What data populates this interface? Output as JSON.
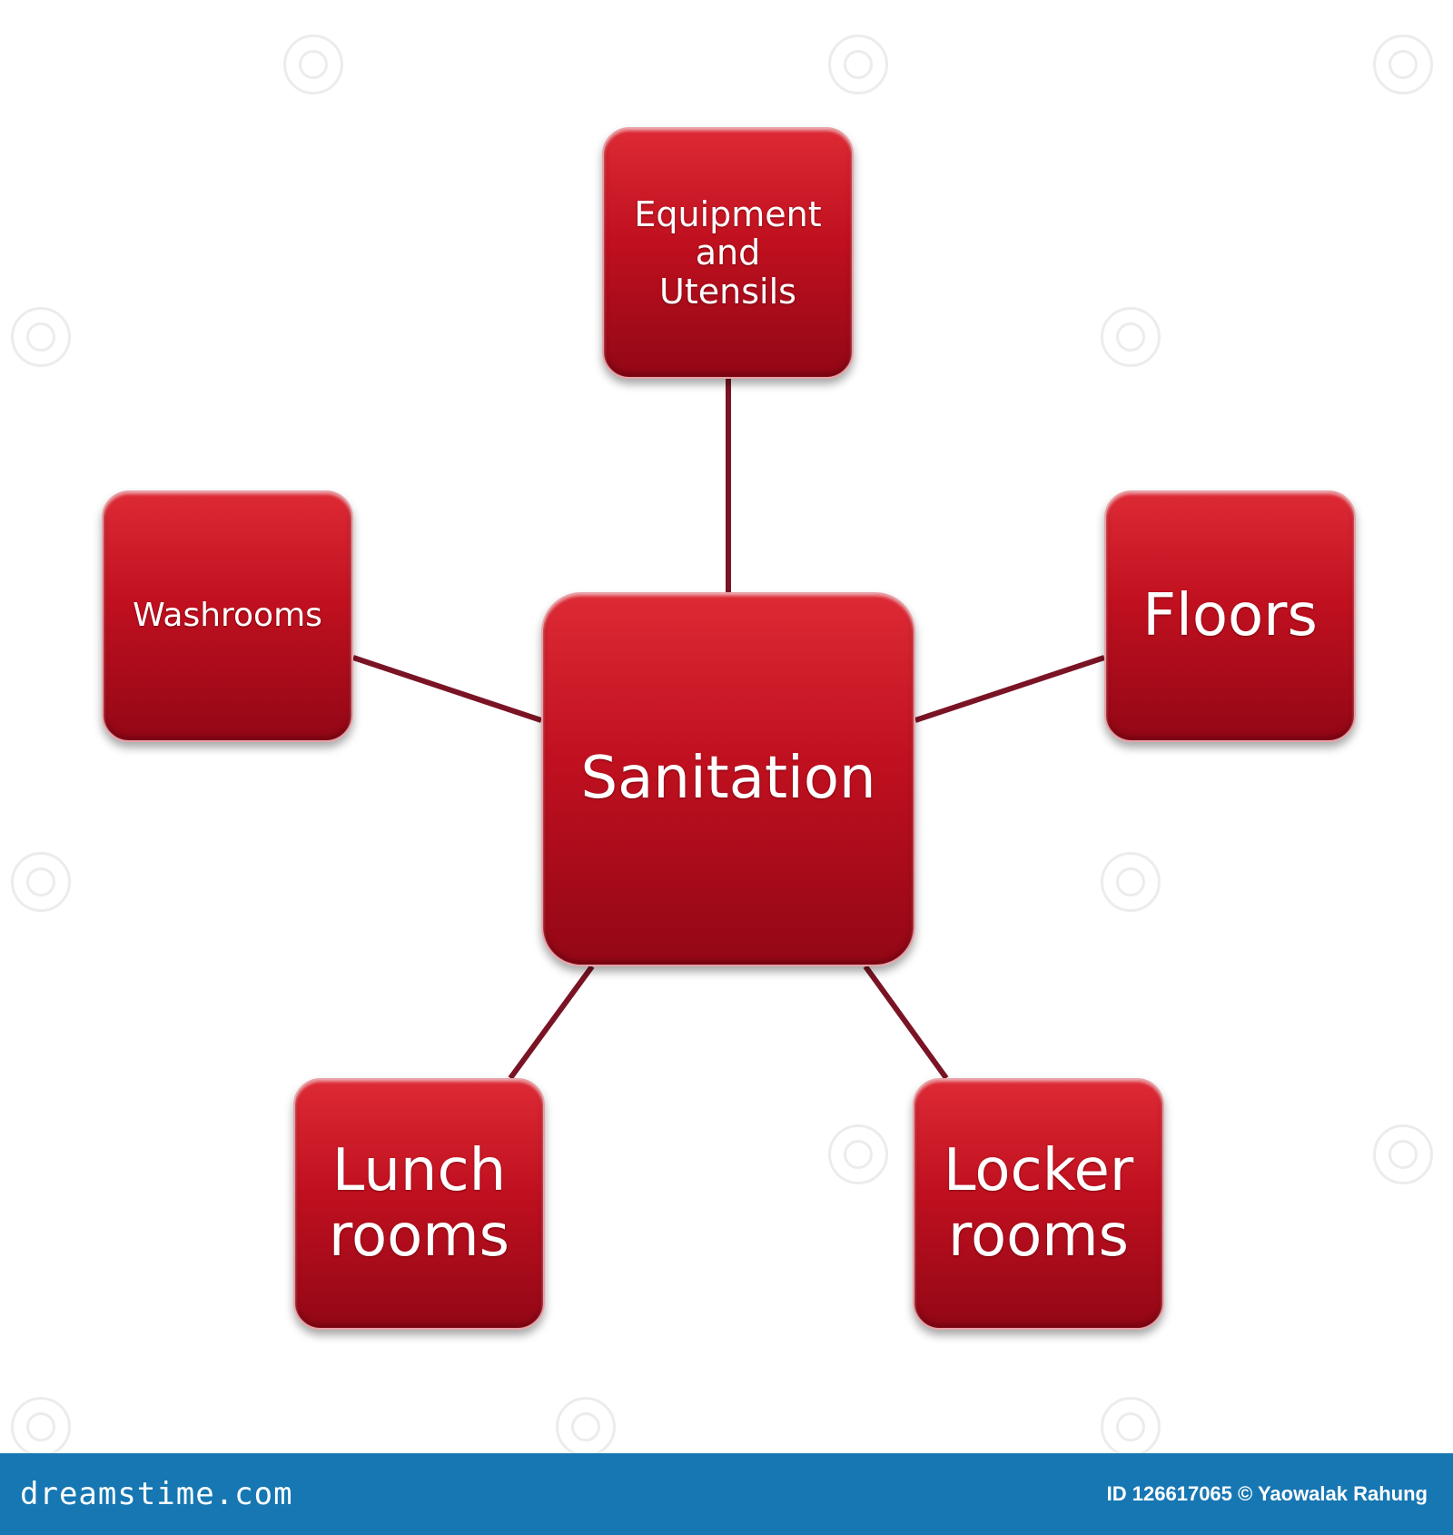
{
  "diagram": {
    "center": "Sanitation",
    "nodes": {
      "top": "Equipment\nand\nUtensils",
      "left": "Washrooms",
      "right": "Floors",
      "bottom_left": "Lunch\nrooms",
      "bottom_right": "Locker\nrooms"
    }
  },
  "colors": {
    "box": "#c0101f",
    "connector": "#7a1424",
    "footer": "#1677b3"
  },
  "footer": {
    "logo": "dreamstime.com",
    "credit": "ID 126617065 © Yaowalak Rahung"
  }
}
